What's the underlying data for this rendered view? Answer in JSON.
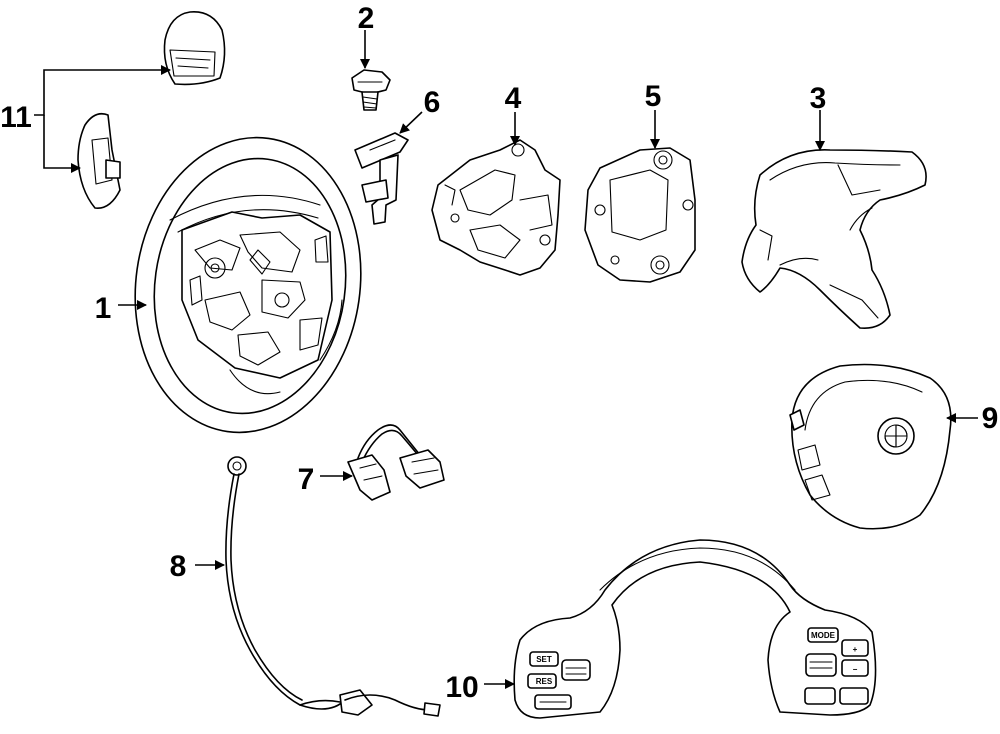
{
  "diagram": {
    "callouts": [
      "1",
      "2",
      "3",
      "4",
      "5",
      "6",
      "7",
      "8",
      "9",
      "10",
      "11"
    ],
    "buttons": {
      "mode": "MODE",
      "plus": "+",
      "minus": "−",
      "res": "RES",
      "set": "SET"
    },
    "colors": {
      "line": "#000000",
      "background": "#ffffff"
    }
  }
}
